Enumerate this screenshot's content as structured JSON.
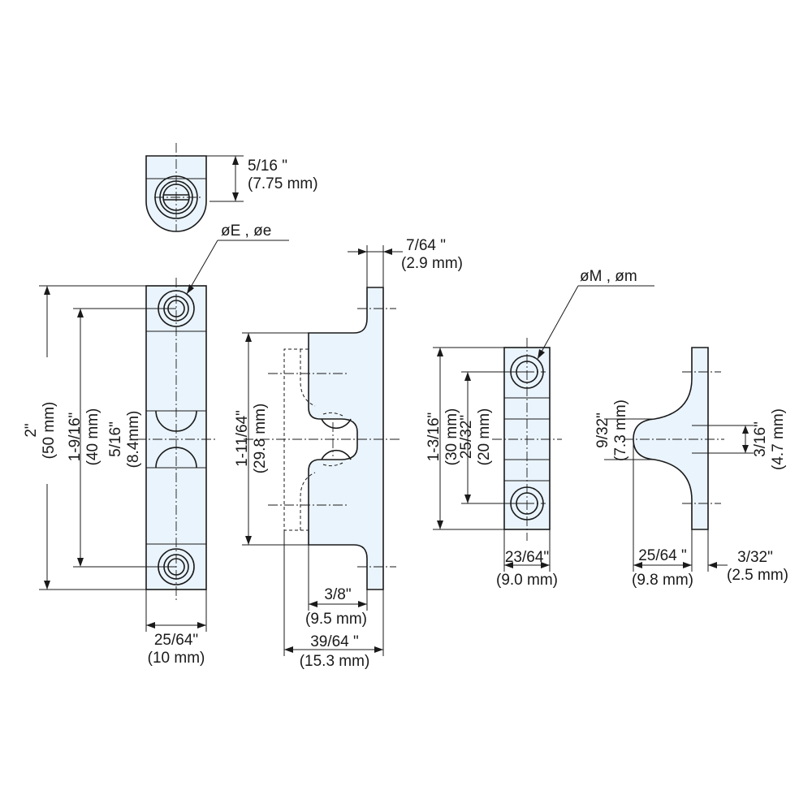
{
  "colors": {
    "part_fill": "#eaf4fc",
    "line": "#1a1a1a",
    "background": "#ffffff"
  },
  "labels": {
    "top_height_in": "5/16 \"",
    "top_height_mm": "(7.75 mm)",
    "hole_e": "øE , øe",
    "hole_m": "øM , øm",
    "tongue_thick_in": "7/64 \"",
    "tongue_thick_mm": "(2.9 mm)",
    "overall_len_in": "2\"",
    "overall_len_mm": "(50 mm)",
    "hole_pitch_in": "1-9/16\"",
    "hole_pitch_mm": "(40 mm)",
    "ball_gap_in": "5/16\"",
    "ball_gap_mm": "(8.4mm)",
    "base_width_in": "25/64\"",
    "base_width_mm": "(10 mm)",
    "side_height_in": "1-11/64\"",
    "side_height_mm": "(29.8 mm)",
    "offset_in": "3/8\"",
    "offset_mm": "(9.5 mm)",
    "depth_in": "39/64 \"",
    "depth_mm": "(15.3 mm)",
    "strike_len_in": "1-3/16\"",
    "strike_len_mm": "(30 mm)",
    "strike_pitch_in": "25/32\"",
    "strike_pitch_mm": "(20 mm)",
    "strike_width_in": "23/64\"",
    "strike_width_mm": "(9.0 mm)",
    "head_height_in": "9/32\"",
    "head_height_mm": "(7.3 mm)",
    "neck_height_in": "3/16\"",
    "neck_height_mm": "(4.7 mm)",
    "strike_depth_in": "25/64 \"",
    "strike_depth_mm": "(9.8 mm)",
    "plate_thick_in": "3/32\"",
    "plate_thick_mm": "(2.5 mm)"
  }
}
